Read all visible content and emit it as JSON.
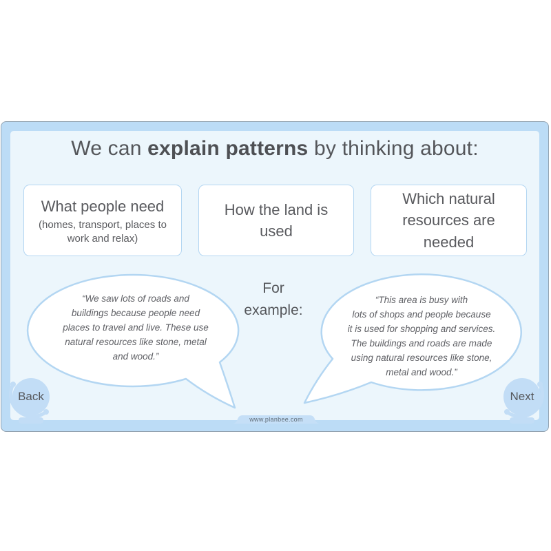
{
  "slide": {
    "title": {
      "pre": "We can ",
      "bold": "explain patterns",
      "post": " by thinking about:"
    },
    "boxes": [
      {
        "main": "What people need",
        "sub": "(homes, transport, places to\nwork and relax)"
      },
      {
        "main": "How the land is\nused"
      },
      {
        "main": "Which natural\nresources are\nneeded"
      }
    ],
    "for_example": "For\nexample:",
    "bubbles": [
      {
        "text": "“We saw lots of roads and\nbuildings because people need\nplaces to travel and live. These use\nnatural resources like stone, metal\nand wood.”"
      },
      {
        "text": "“This area is busy with\nlots of shops and people because\nit is used for shopping and services.\nThe buildings and roads are made\nusing natural resources like stone,\nmetal and wood.”"
      }
    ],
    "nav": {
      "back": "Back",
      "next": "Next"
    },
    "footer": "www.planbee.com",
    "colors": {
      "frame_blue": "#bcdcf6",
      "inner_blue": "#ecf6fc",
      "outline_blue": "#b3d6f2",
      "globe_blue": "#c2ddf6",
      "text_dark": "#54565a",
      "bubble_fill": "#ffffff"
    }
  }
}
